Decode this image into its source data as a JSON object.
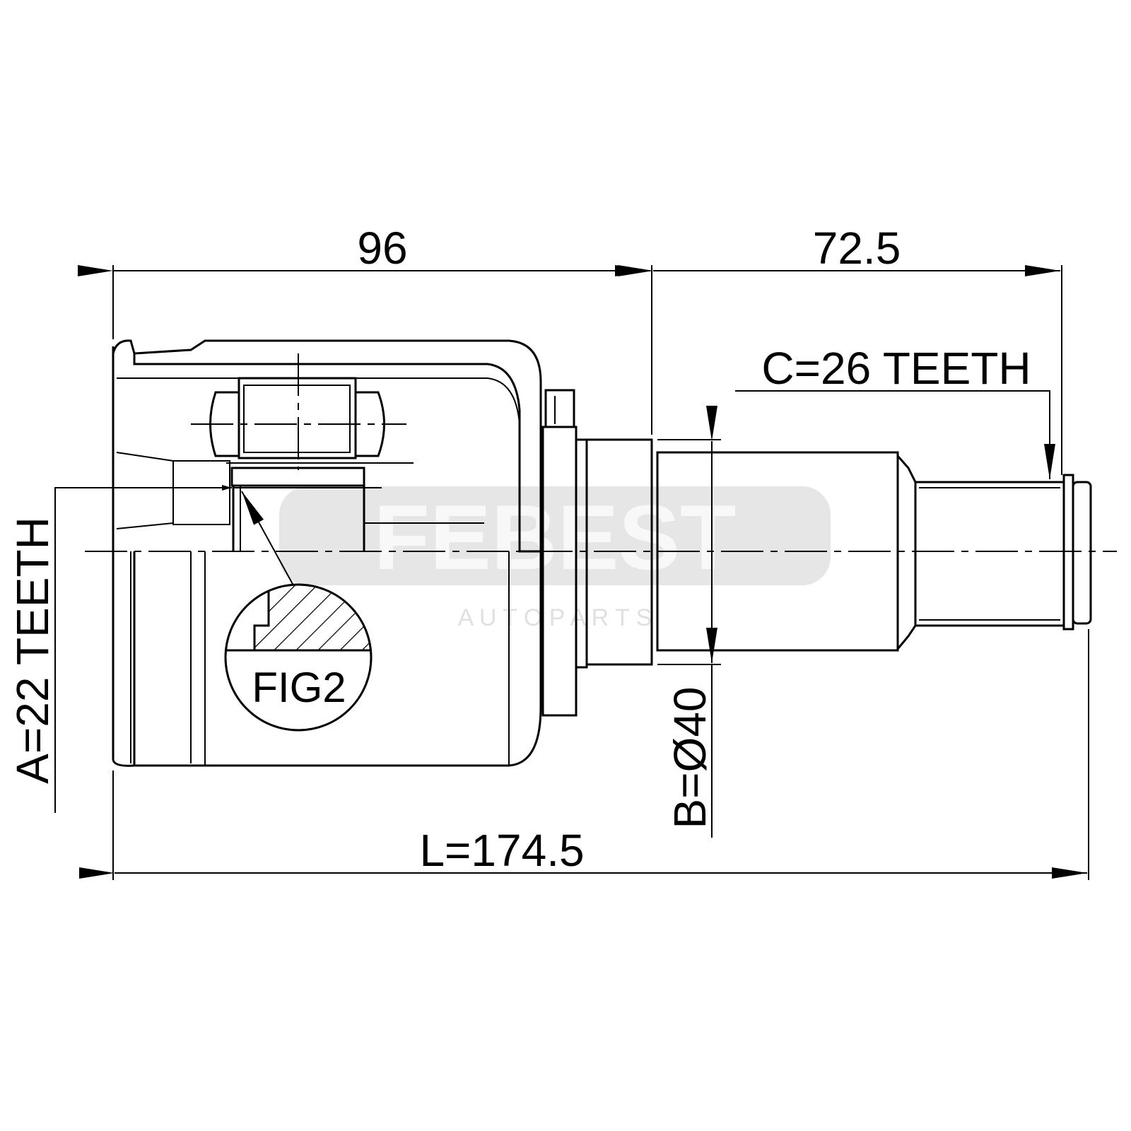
{
  "drawing": {
    "dim_inner_length": "96",
    "dim_shaft_length": "72.5",
    "spline_c": "C=26 TEETH",
    "spline_a": "A=22 TEETH",
    "diameter_b": "B=Ø40",
    "total_length": "L=174.5",
    "detail_label": "FIG2"
  },
  "watermark": {
    "brand": "FEBEST",
    "sub": "A U T O P A R T S"
  },
  "colors": {
    "line": "#000000",
    "watermark": "#e6e6e6"
  }
}
